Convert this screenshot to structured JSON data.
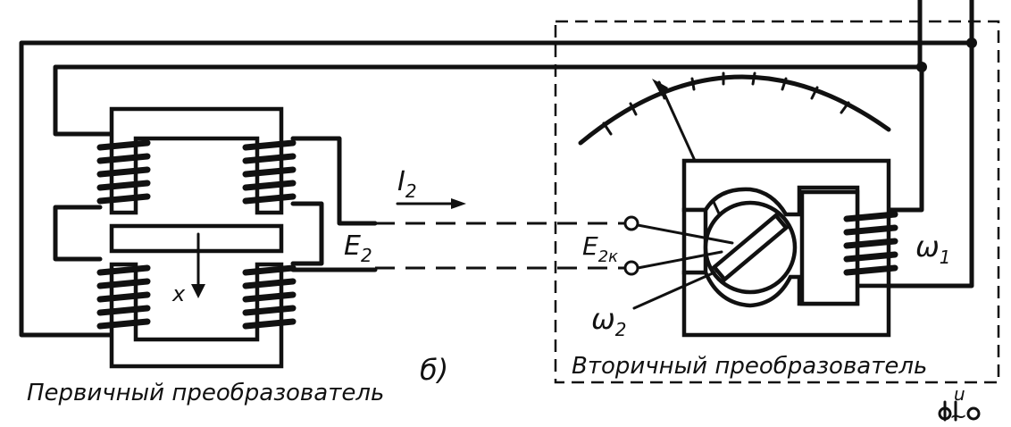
{
  "diagram": {
    "labels": {
      "current": "I",
      "current_sub": "2",
      "emf": "E",
      "emf_sub": "2",
      "emf_comp": "E",
      "emf_comp_sub": "2к",
      "displacement": "x",
      "winding1": "ω",
      "winding1_sub": "1",
      "winding2": "ω",
      "winding2_sub": "2",
      "figure": "б)",
      "supply": "u",
      "supply_symbol": "~"
    },
    "captions": {
      "primary": "Первичный преобразователь",
      "secondary": "Вторичный преобразователь"
    }
  }
}
